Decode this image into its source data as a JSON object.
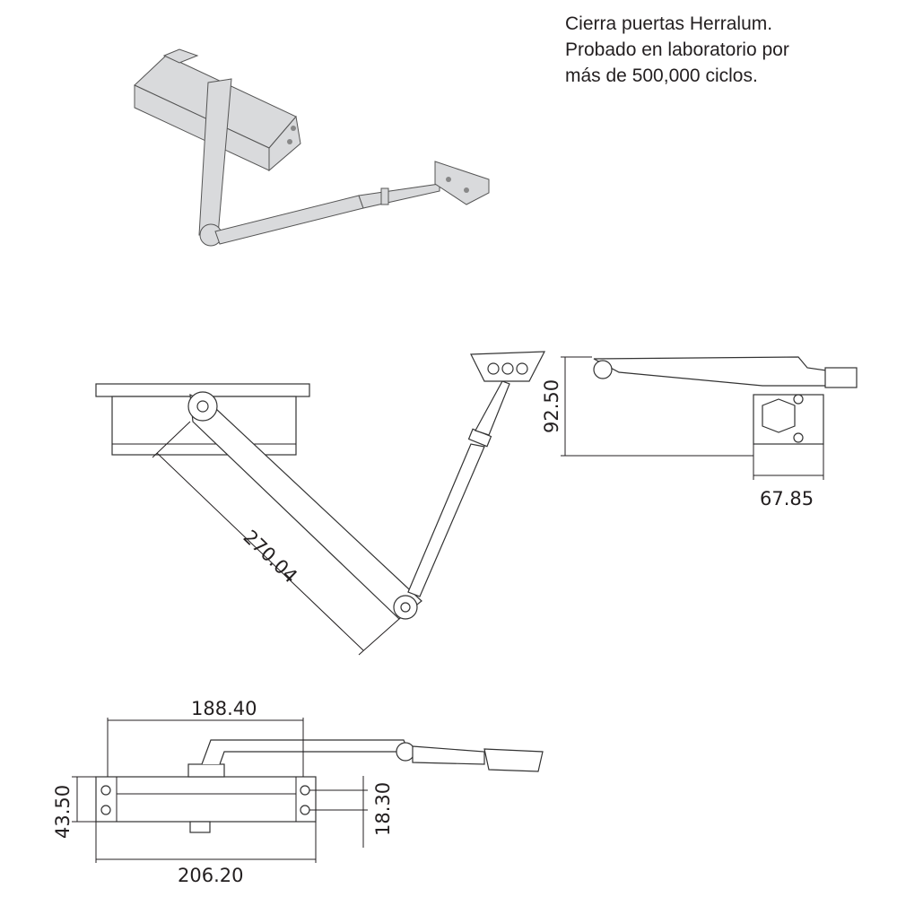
{
  "description": {
    "lines": [
      "Cierra puertas Herralum.",
      "Probado en laboratorio por",
      "más de 500,000 ciclos."
    ]
  },
  "dimensions": {
    "height_side": "92.50",
    "depth_side": "67.85",
    "arm_length": "270.04",
    "arm_span": "188.40",
    "body_height": "43.50",
    "hole_spacing": "18.30",
    "body_length": "206.20"
  }
}
